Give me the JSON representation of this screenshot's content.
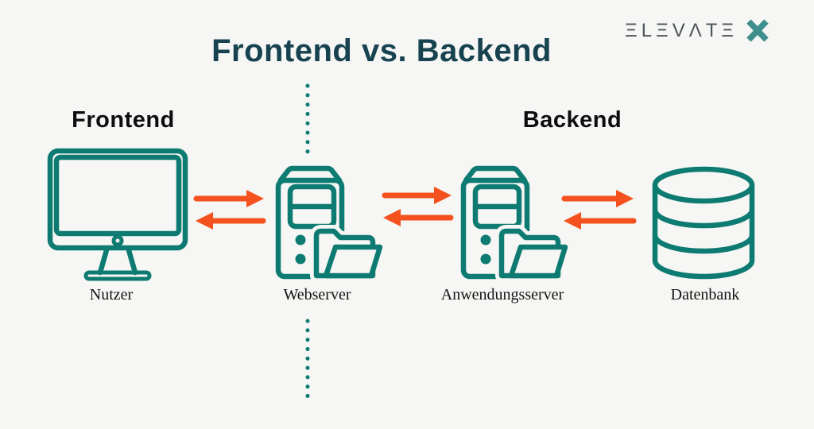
{
  "page": {
    "background": "#F6F6F4"
  },
  "logo": {
    "brand": "ELEVATE",
    "brand_display": "ΞLΞVΛTΞ",
    "x": "X",
    "brand_color": "#4E565C",
    "x_color": "#3E8F8D"
  },
  "title": {
    "text": "Frontend vs. Backend",
    "color": "#17424F"
  },
  "sections": {
    "frontend": "Frontend",
    "backend": "Backend"
  },
  "nodes": [
    {
      "label": "Nutzer",
      "icon": "monitor-icon"
    },
    {
      "label": "Webserver",
      "icon": "server-folder-icon"
    },
    {
      "label": "Anwendungsserver",
      "icon": "server-folder-icon"
    },
    {
      "label": "Datenbank",
      "icon": "database-icon"
    }
  ],
  "connections": [
    {
      "from": "Nutzer",
      "to": "Webserver",
      "type": "bidirectional-arrows"
    },
    {
      "from": "Webserver",
      "to": "Anwendungsserver",
      "type": "bidirectional-arrows"
    },
    {
      "from": "Anwendungsserver",
      "to": "Datenbank",
      "type": "bidirectional-arrows"
    }
  ],
  "divider": {
    "style": "vertical-dotted-line",
    "meaning": "separates Frontend from Backend"
  },
  "colors": {
    "icon_teal": "#0E7B72",
    "arrow_orange": "#F4511E",
    "title_teal": "#17424F",
    "heading_black": "#0D0D0D",
    "background": "#F6F6F4"
  }
}
